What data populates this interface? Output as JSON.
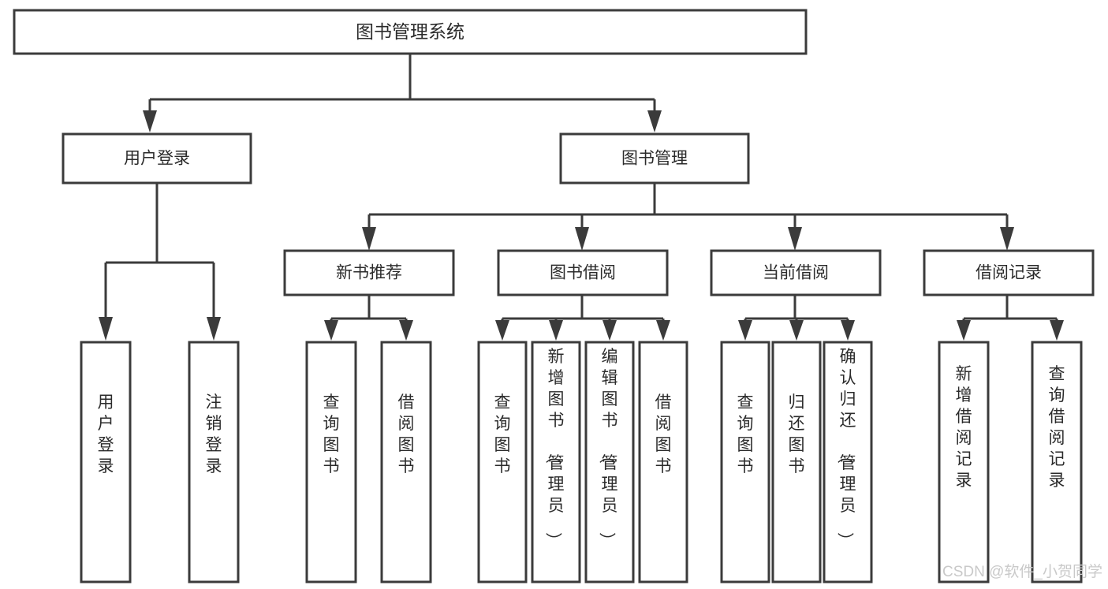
{
  "diagram": {
    "type": "tree",
    "title": "图书管理系统",
    "orientation": "top-down",
    "colors": {
      "stroke": "#3b3b3b",
      "fill": "#ffffff",
      "text": "#2b2b2b",
      "watermark": "#c9c9c9",
      "background": "#ffffff"
    },
    "root": {
      "label": "图书管理系统",
      "level": 0
    },
    "level1": [
      {
        "label": "用户登录",
        "level": 1
      },
      {
        "label": "图书管理",
        "level": 1
      }
    ],
    "level2": [
      {
        "label": "新书推荐",
        "parent": "图书管理"
      },
      {
        "label": "图书借阅",
        "parent": "图书管理"
      },
      {
        "label": "当前借阅",
        "parent": "图书管理"
      },
      {
        "label": "借阅记录",
        "parent": "图书管理"
      }
    ],
    "leaves": {
      "user_login": [
        {
          "label": "用户登录"
        },
        {
          "label": "注销登录"
        }
      ],
      "new_book_recommend": [
        {
          "label": "查询图书"
        },
        {
          "label": "借阅图书"
        }
      ],
      "book_borrow": [
        {
          "label": "查询图书"
        },
        {
          "label": "新增图书（管理员）"
        },
        {
          "label": "编辑图书（管理员）"
        },
        {
          "label": "借阅图书"
        }
      ],
      "current_borrow": [
        {
          "label": "查询图书"
        },
        {
          "label": "归还图书"
        },
        {
          "label": "确认归还（管理员）"
        }
      ],
      "borrow_record": [
        {
          "label": "新增借阅记录"
        },
        {
          "label": "查询借阅记录"
        }
      ]
    },
    "watermark": "CSDN @软件_小贺同学"
  }
}
